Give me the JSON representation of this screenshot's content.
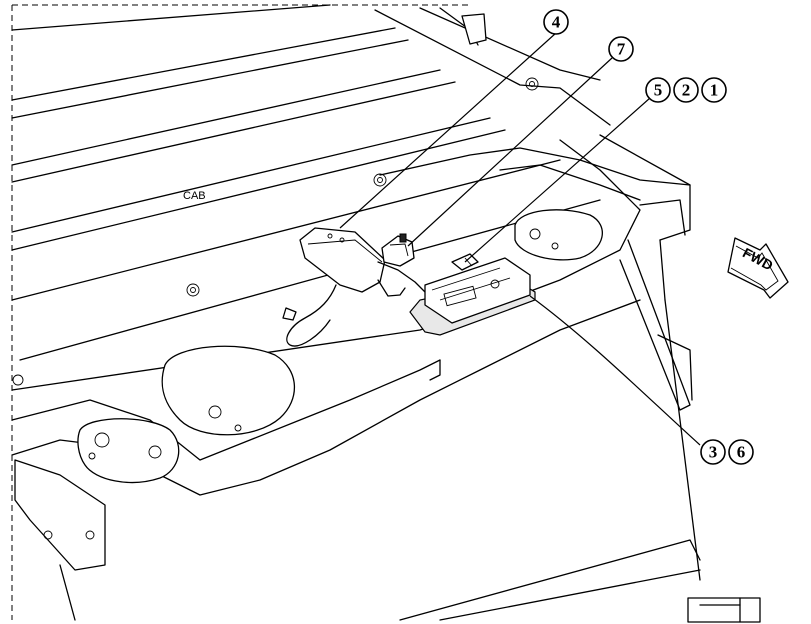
{
  "labels": {
    "cab": "CAB",
    "fwd": "FWD"
  },
  "callouts": {
    "c4": "4",
    "c7": "7",
    "c5": "5",
    "c2": "2",
    "c1": "1",
    "c3": "3",
    "c6": "6"
  }
}
